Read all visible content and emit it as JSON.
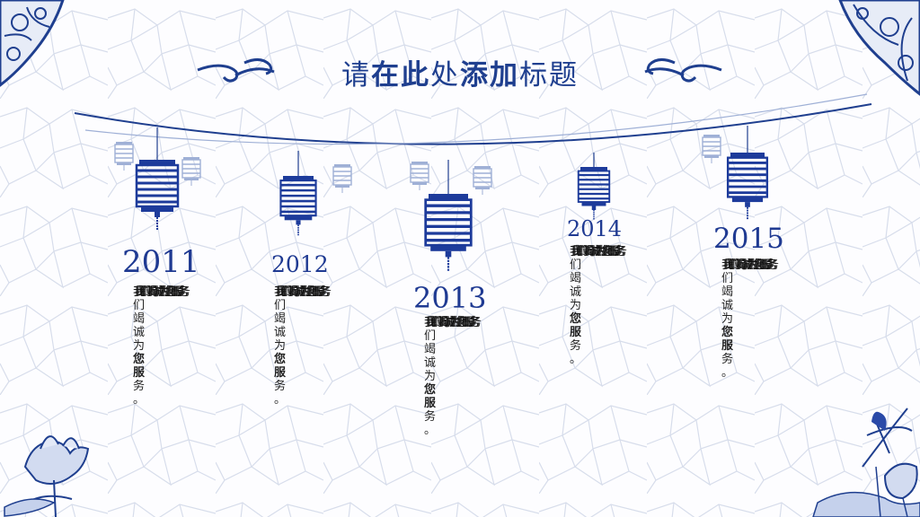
{
  "title": {
    "part1": "请",
    "part2": "在此",
    "part3": "处",
    "part4": "添加",
    "part5": "标题"
  },
  "timeline": [
    {
      "year": "2011",
      "lead": "我们竭诚为您服务",
      "body_a": "们竭诚为",
      "body_b": "您服",
      "body_c": "务。"
    },
    {
      "year": "2012",
      "lead": "我们竭诚为您服务",
      "body_a": "们竭诚为",
      "body_b": "您服",
      "body_c": "务。"
    },
    {
      "year": "2013",
      "lead": "我们竭诚为您服务",
      "body_a": "们竭诚为",
      "body_b": "您服",
      "body_c": "务。"
    },
    {
      "year": "2014",
      "lead": "我们竭诚为您服务",
      "body_a": "们竭诚为",
      "body_b": "您服",
      "body_c": "务。"
    },
    {
      "year": "2015",
      "lead": "我们竭诚为您服务",
      "body_a": "们竭诚为",
      "body_b": "您服",
      "body_c": "务。"
    }
  ],
  "colors": {
    "primary": "#1f3f8f",
    "lantern": "#1d3b9b",
    "crackle": "#d6dcea",
    "text": "#222222"
  }
}
